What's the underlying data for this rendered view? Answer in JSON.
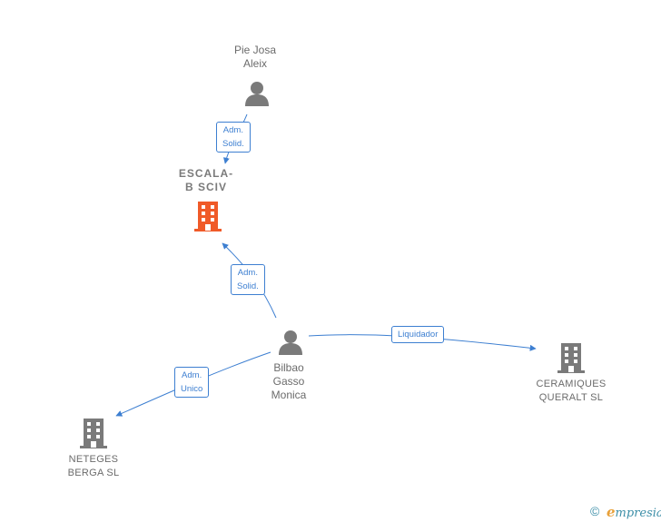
{
  "nodes": {
    "pie_josa": {
      "label": "Pie Josa\nAleix",
      "kind": "person"
    },
    "escala": {
      "label": "ESCALA-\nB SCIV",
      "kind": "company-main"
    },
    "bilbao": {
      "label": "Bilbao\nGasso\nMonica",
      "kind": "person"
    },
    "ceramiques": {
      "label": "CERAMIQUES\nQUERALT SL",
      "kind": "company"
    },
    "neteges": {
      "label": "NETEGES\nBERGA SL",
      "kind": "company"
    }
  },
  "edges": {
    "pie_to_escala": "Adm.\nSolid.",
    "bilbao_to_escala": "Adm.\nSolid.",
    "bilbao_to_ceramiques": "Liquidador",
    "bilbao_to_neteges": "Adm.\nUnico"
  },
  "footer": {
    "copyright": "©",
    "brand_first": "e",
    "brand_rest": "mpresia"
  },
  "colors": {
    "edge": "#3d7fd1",
    "person": "#7a7a7a",
    "company": "#7a7a7a",
    "main_company": "#f05a28"
  }
}
